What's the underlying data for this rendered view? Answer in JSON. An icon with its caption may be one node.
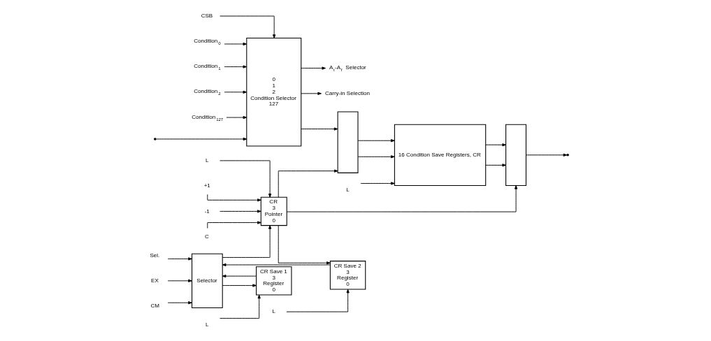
{
  "diagram": {
    "nodes": [
      {
        "text": [
          "CSB"
        ]
      },
      {
        "text": [
          "Condition$_{0}$"
        ]
      },
      {
        "text": [
          "Condition$_{1}$"
        ]
      },
      {
        "text": [
          "Condition$_{2}$"
        ]
      },
      {
        "text": [
          "Condition$_{127}$"
        ]
      },
      {
        "text": [
          "0",
          "1",
          "2",
          "Condition Selector",
          "127"
        ]
      },
      {
        "text": [
          "Sel."
        ]
      },
      {
        "text": [
          "EX"
        ]
      },
      {
        "text": [
          "CM"
        ]
      },
      {
        "text": [
          "Selector"
        ]
      },
      {
        "text": [
          "L"
        ]
      },
      {
        "text": [
          "CR Save 1",
          "3",
          "Register",
          "0"
        ]
      },
      {
        "text": [
          "L"
        ]
      },
      {
        "text": [
          "CR Save 2",
          "3",
          "Register",
          "0"
        ]
      },
      {
        "text": [
          "L"
        ]
      },
      {
        "text": [
          "+1"
        ]
      },
      {
        "text": [
          "-1"
        ]
      },
      {
        "text": [
          "C"
        ]
      },
      {
        "text": [
          "CR",
          "3",
          "Pointer",
          "0"
        ]
      },
      {
        "text": [],
        "shape": "box"
      },
      {
        "text": [
          "L"
        ]
      },
      {
        "text": [
          "16 Condition Save Registers, CR"
        ]
      },
      {
        "text": [],
        "shape": "box"
      },
      {
        "text": [
          "A$_{t}$-A$_{f}$ Selector"
        ]
      },
      {
        "text": [
          "Carry-in Selection"
        ]
      }
    ],
    "edges": [
      {
        "from": 0,
        "to": 5,
        "arrow": "to"
      },
      {
        "from": 1,
        "to": 5,
        "arrow": "to"
      },
      {
        "from": 2,
        "to": 5,
        "arrow": "to"
      },
      {
        "from": 3,
        "to": 5,
        "arrow": "to"
      },
      {
        "from": null,
        "to": 5,
        "arrow": "to"
      },
      {
        "from": 4,
        "to": 5,
        "arrow": "to"
      },
      {
        "from": 5,
        "to": 19,
        "arrow": "to"
      },
      {
        "from": 5,
        "to": 23,
        "arrow": "to"
      },
      {
        "from": 5,
        "to": 24,
        "arrow": "to"
      },
      {
        "from": 6,
        "to": 9,
        "arrow": "to"
      },
      {
        "from": 13,
        "to": 9,
        "arrow": "to"
      },
      {
        "from": 11,
        "to": 9,
        "arrow": "to"
      },
      {
        "from": 7,
        "to": 9,
        "arrow": "to"
      },
      {
        "from": 8,
        "to": 9,
        "arrow": "to"
      },
      {
        "from": 9,
        "to": 11,
        "arrow": "to"
      },
      {
        "from": 9,
        "to": 18,
        "arrow": "to"
      },
      {
        "from": 10,
        "to": 11,
        "arrow": "to"
      },
      {
        "from": 12,
        "to": 13,
        "arrow": "to"
      },
      {
        "from": 14,
        "to": 18,
        "arrow": "to"
      },
      {
        "from": 15,
        "to": 18,
        "arrow": "to"
      },
      {
        "from": 16,
        "to": 18,
        "arrow": "to"
      },
      {
        "from": 17,
        "to": 18,
        "arrow": "to"
      },
      {
        "from": 18,
        "to": 13,
        "arrow": "to"
      },
      {
        "from": 18,
        "to": 19,
        "arrow": "to"
      },
      {
        "from": 18,
        "to": 22,
        "arrow": "to"
      },
      {
        "from": 20,
        "to": 21,
        "arrow": "to"
      },
      {
        "from": 19,
        "to": 21,
        "arrow": "to"
      },
      {
        "from": 19,
        "to": 21,
        "arrow": "to"
      },
      {
        "from": 21,
        "to": 22,
        "arrow": "to"
      },
      {
        "from": 21,
        "to": 22,
        "arrow": "to"
      },
      {
        "from": 22,
        "to": null,
        "arrow": "to"
      }
    ]
  }
}
